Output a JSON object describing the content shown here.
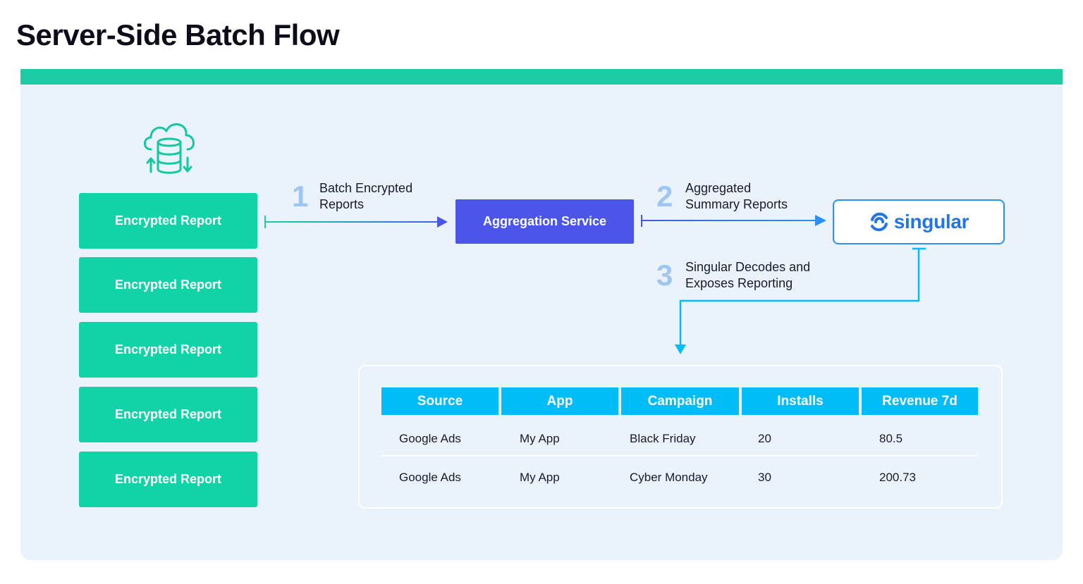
{
  "title": "Server-Side Batch Flow",
  "icons": {
    "cloud_database": "cloud-database-sync-icon",
    "singular_logo": "singular-swirl-icon"
  },
  "colors": {
    "accent_green": "#1dcca4",
    "report_green": "#10d3a8",
    "aggregation_blue": "#4b55e8",
    "singular_blue": "#2175e6",
    "table_header": "#00bdf7",
    "step_number": "#9fc6f2",
    "panel_bg": "#eaf3fc"
  },
  "reports": [
    "Encrypted Report",
    "Encrypted Report",
    "Encrypted Report",
    "Encrypted Report",
    "Encrypted Report"
  ],
  "steps": [
    {
      "number": "1",
      "line1": "Batch Encrypted",
      "line2": "Reports"
    },
    {
      "number": "2",
      "line1": "Aggregated",
      "line2": "Summary Reports"
    },
    {
      "number": "3",
      "line1": "Singular Decodes and",
      "line2": "Exposes Reporting"
    }
  ],
  "aggregation_service": "Aggregation Service",
  "singular_label": "singular",
  "table": {
    "headers": [
      "Source",
      "App",
      "Campaign",
      "Installs",
      "Revenue 7d"
    ],
    "rows": [
      [
        "Google Ads",
        "My App",
        "Black Friday",
        "20",
        "80.5"
      ],
      [
        "Google Ads",
        "My App",
        "Cyber Monday",
        "30",
        "200.73"
      ]
    ]
  }
}
